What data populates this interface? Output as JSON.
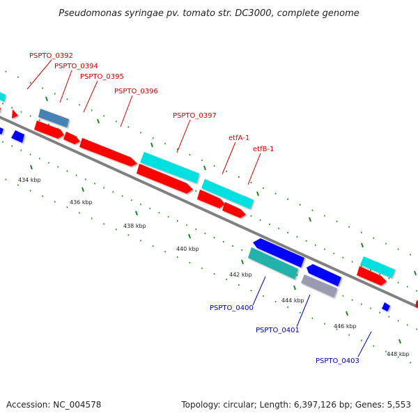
{
  "title": "Pseudomonas syringae pv. tomato str. DC3000, complete genome",
  "accession": "Accession: NC_004578",
  "topology": "Topology: circular; Length: 6,397,126 bp; Genes: 5,553",
  "colors": {
    "forward_gene": "#ff0000",
    "reverse_gene": "#0000ff",
    "forward_cds_alt": "#00e0e0",
    "reverse_cds_alt": "#20b2aa",
    "steelblue_gene": "#4682b4",
    "gray_gene": "#9a9ab0",
    "backbone": "#808080",
    "tick": "#1a8a1a",
    "forward_label": "#cc0000",
    "reverse_label": "#0000aa"
  },
  "axis": {
    "ticks": [
      {
        "label": "434 kbp"
      },
      {
        "label": "436 kbp"
      },
      {
        "label": "438 kbp"
      },
      {
        "label": "440 kbp"
      },
      {
        "label": "442 kbp"
      },
      {
        "label": "444 kbp"
      },
      {
        "label": "446 kbp"
      },
      {
        "label": "448 kbp"
      }
    ]
  },
  "gene_labels": [
    {
      "text": "PSPTO_0392",
      "strand": "forward"
    },
    {
      "text": "PSPTO_0394",
      "strand": "forward"
    },
    {
      "text": "PSPTO_0395",
      "strand": "forward"
    },
    {
      "text": "PSPTO_0396",
      "strand": "forward"
    },
    {
      "text": "PSPTO_0397",
      "strand": "forward"
    },
    {
      "text": "etfA-1",
      "strand": "forward"
    },
    {
      "text": "etfB-1",
      "strand": "forward"
    },
    {
      "text": "PSPTO_0400",
      "strand": "reverse"
    },
    {
      "text": "PSPTO_0401",
      "strand": "reverse"
    },
    {
      "text": "PSPTO_0403",
      "strand": "reverse"
    }
  ]
}
